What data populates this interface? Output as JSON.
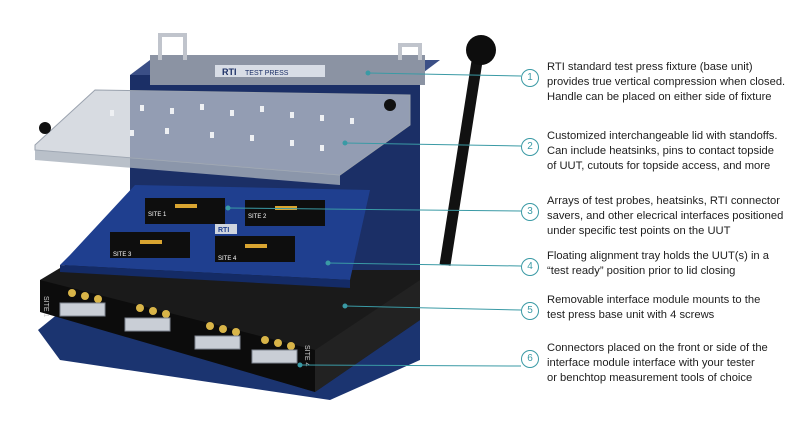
{
  "brand": {
    "logo_text": "RTI",
    "plate_text": "TEST PRESS",
    "tray_logo": "RTI"
  },
  "sites": {
    "top": [
      "SITE 1",
      "SITE 2"
    ],
    "bottom": [
      "SITE 3",
      "SITE 4"
    ],
    "front_left": "SITE 1",
    "front_right": "SITE 4"
  },
  "colors": {
    "accent": "#3a9aa5",
    "tray": "#1f3f8f",
    "body": "#141414"
  },
  "callouts": [
    {
      "number": "1",
      "lines": [
        "RTI standard test press fixture (base unit)",
        "provides true vertical compression when closed.",
        "Handle can be placed on either side of fixture"
      ]
    },
    {
      "number": "2",
      "lines": [
        "Customized interchangeable lid with standoffs.",
        "Can include heatsinks, pins to contact topside",
        "of UUT, cutouts for topside access, and more"
      ]
    },
    {
      "number": "3",
      "lines": [
        "Arrays of test probes, heatsinks, RTI connector",
        "savers, and other elecrical interfaces positioned",
        "under specific test points on the UUT"
      ]
    },
    {
      "number": "4",
      "lines": [
        "Floating alignment tray holds the UUT(s) in a",
        "“test ready” position prior to lid closing"
      ]
    },
    {
      "number": "5",
      "lines": [
        "Removable interface module mounts to the",
        "test press base unit with 4 screws"
      ]
    },
    {
      "number": "6",
      "lines": [
        "Connectors placed on the front or side of the",
        "interface module interface with your tester",
        "or benchtop measurement tools of choice"
      ]
    }
  ]
}
